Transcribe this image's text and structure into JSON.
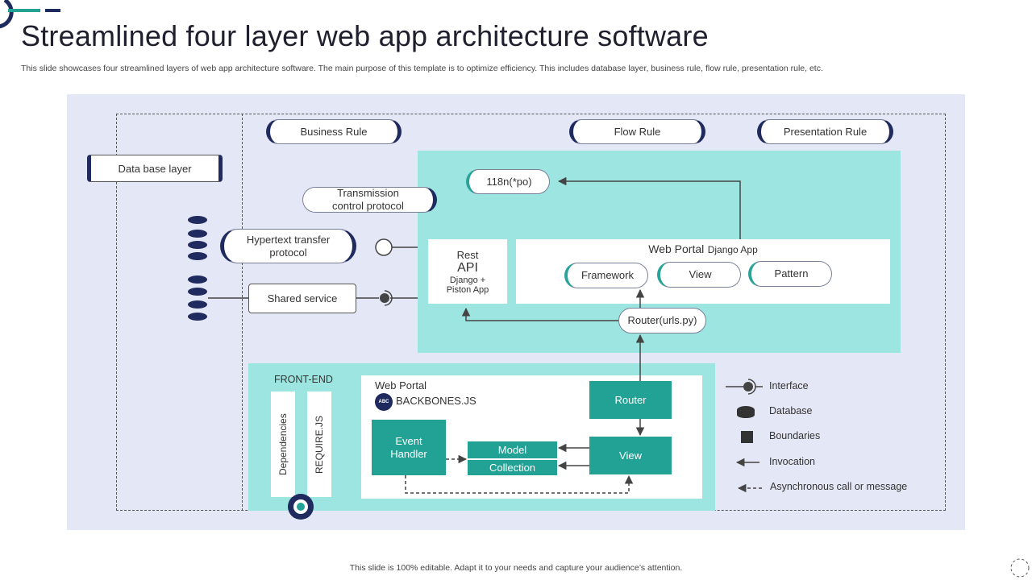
{
  "title": "Streamlined four layer web app architecture software",
  "subtitle": "This slide showcases four streamlined layers of web app architecture software. The main purpose of this template is to optimize efficiency. This includes database layer, business rule, flow rule, presentation rule, etc.",
  "footer": "This slide is 100% editable. Adapt it to your needs and capture your audience’s attention.",
  "layers": {
    "business_rule": "Business Rule",
    "flow_rule": "Flow Rule",
    "presentation_rule": "Presentation Rule",
    "database_layer": "Data base layer"
  },
  "nodes": {
    "i18n": "118n(*po)",
    "tcp_line1": "Transmission",
    "tcp_line2": "control protocol",
    "http_line1": "Hypertext transfer",
    "http_line2": "protocol",
    "shared_service": "Shared service",
    "rest_line1": "Rest",
    "rest_line2": "API",
    "rest_line3": "Django +",
    "rest_line4": "Piston App",
    "web_portal_title": "Web Portal",
    "web_portal_sub": "Django App",
    "framework": "Framework",
    "view": "View",
    "pattern": "Pattern",
    "router_urls": "Router(urls.py)"
  },
  "frontend": {
    "label": "FRONT-END",
    "dependencies": "Dependencies",
    "require_js": "REQUIRE.JS",
    "web_portal": "Web Portal",
    "backbones": "BACKBONES.JS",
    "abc_badge": "ABC",
    "event_handler_line1": "Event",
    "event_handler_line2": "Handler",
    "model": "Model",
    "collection": "Collection",
    "router": "Router",
    "view": "View"
  },
  "legend": {
    "interface": "Interface",
    "database": "Database",
    "boundaries": "Boundaries",
    "invocation": "Invocation",
    "async": "Asynchronous call or message"
  },
  "colors": {
    "navy": "#1f2a5e",
    "teal": "#22a195",
    "light_teal": "#9de5e1",
    "panel": "#e4e7f5"
  }
}
